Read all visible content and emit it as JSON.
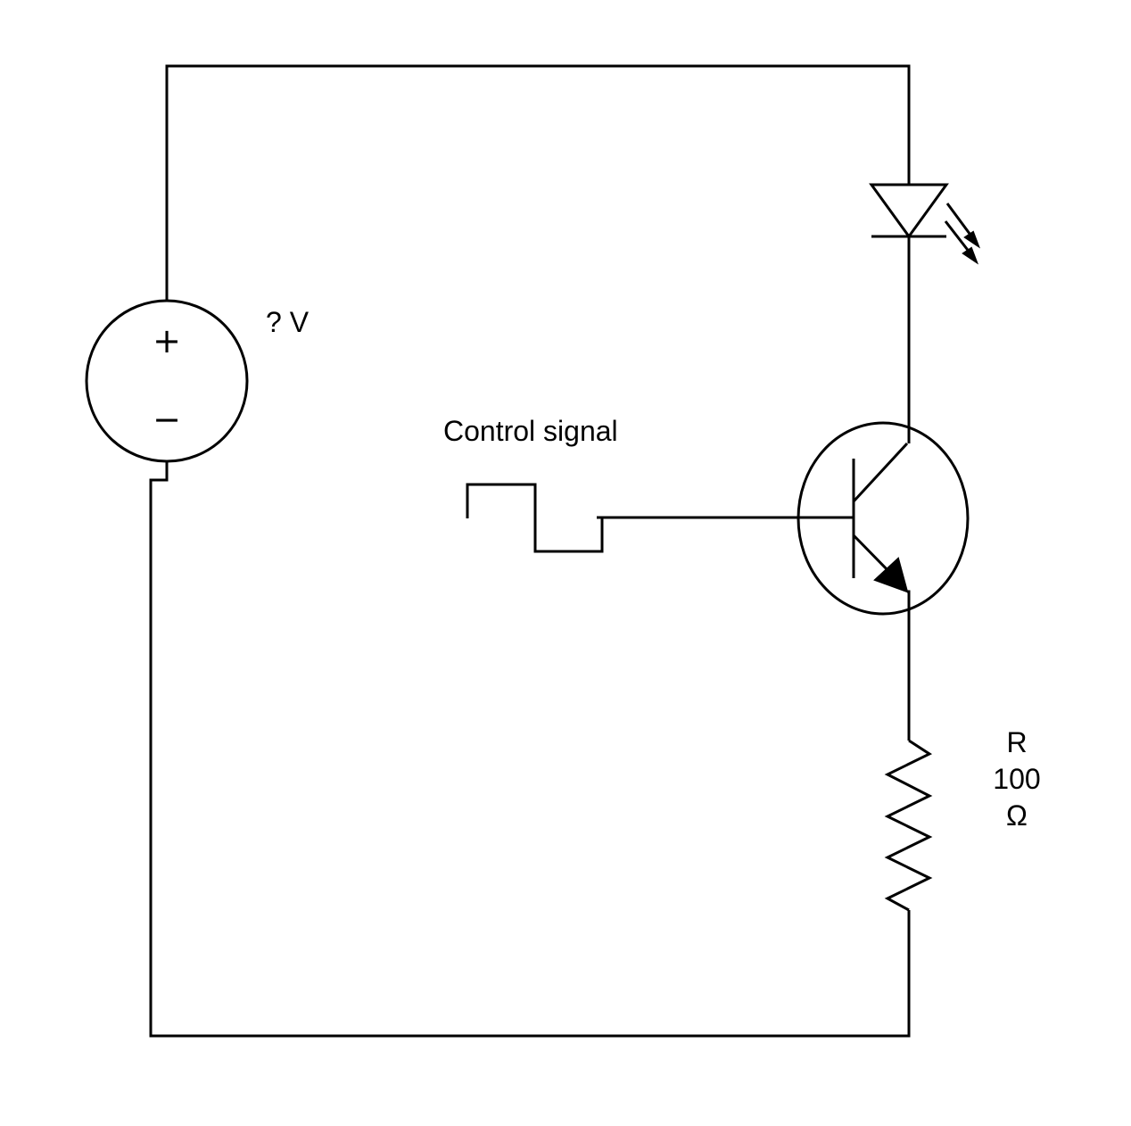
{
  "source": {
    "plus_sign": "+",
    "minus_sign": "−",
    "voltage_label": "? V"
  },
  "control": {
    "label": "Control signal"
  },
  "resistor": {
    "label_line1": "R",
    "label_line2": "100",
    "label_line3": "Ω"
  },
  "components": {
    "source_icon": "dc-voltage-source-icon",
    "led_icon": "led-icon",
    "transistor_icon": "npn-transistor-icon",
    "resistor_icon": "resistor-icon",
    "signal_icon": "square-wave-icon"
  }
}
